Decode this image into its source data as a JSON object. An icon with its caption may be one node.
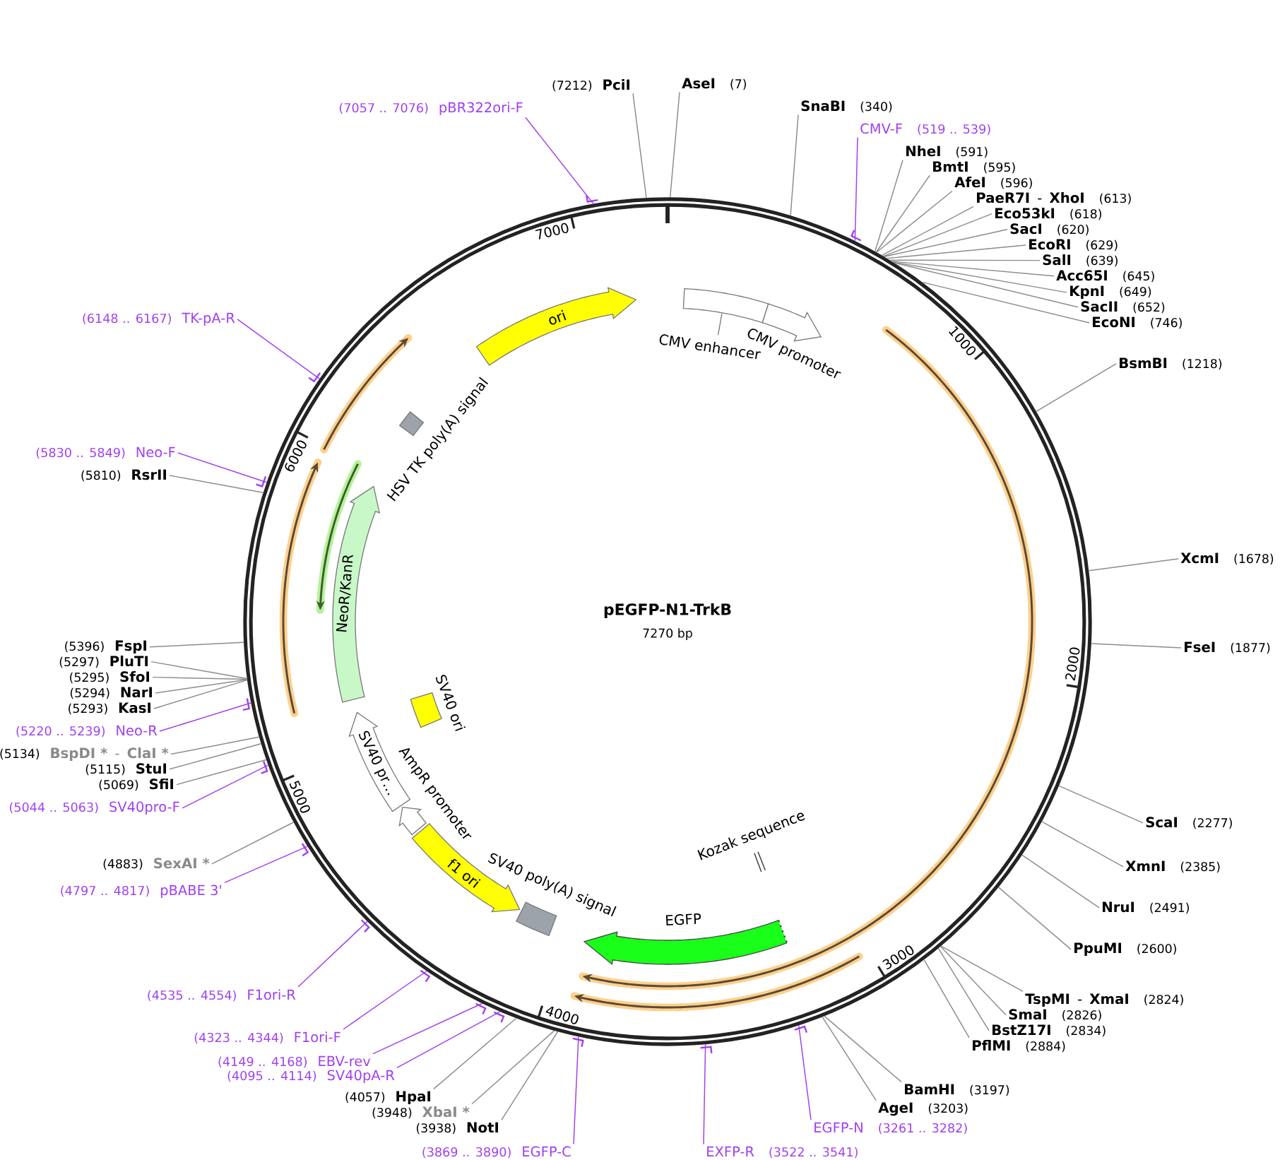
{
  "diagram": {
    "nodes": [
      {
        "text": [
          "pEGFP-N1-TrkB",
          "7270 bp"
        ]
      },
      {
        "text": [
          "CMV enhancer"
        ],
        "in": 0
      },
      {
        "text": [
          "CMV promoter"
        ],
        "in": 0
      },
      {
        "text": [
          "Kozak sequence"
        ],
        "in": 0
      },
      {
        "text": [
          "EGFP"
        ],
        "in": 0
      },
      {
        "text": [
          "SV40 poly(A) signal"
        ],
        "in": 0
      },
      {
        "text": [
          "f1 ori"
        ],
        "in": 0
      },
      {
        "text": [
          "AmpR promoter"
        ],
        "in": 0
      },
      {
        "text": [
          "SV40 pr…"
        ],
        "in": 0
      },
      {
        "text": [
          "SV40 ori"
        ],
        "in": 0
      },
      {
        "text": [
          "NeoR/KanR"
        ],
        "in": 0
      },
      {
        "text": [
          "HSV TK poly(A) signal"
        ],
        "in": 0
      },
      {
        "text": [
          "ori"
        ],
        "in": 0
      },
      {
        "text": [
          "AseI",
          "(7)"
        ]
      },
      {
        "text": [
          "SnaBI",
          "(340)"
        ]
      },
      {
        "text": [
          "CMV-F",
          "(519 .. 539)"
        ]
      },
      {
        "text": [
          "NheI",
          "(591)"
        ]
      },
      {
        "text": [
          "BmtI",
          "(595)"
        ]
      },
      {
        "text": [
          "AfeI",
          "(596)"
        ]
      },
      {
        "text": [
          "PaeR7I",
          "-",
          "XhoI",
          "(613)"
        ]
      },
      {
        "text": [
          "Eco53kI",
          "(618)"
        ]
      },
      {
        "text": [
          "SacI",
          "(620)"
        ]
      },
      {
        "text": [
          "EcoRI",
          "(629)"
        ]
      },
      {
        "text": [
          "SalI",
          "(639)"
        ]
      },
      {
        "text": [
          "Acc65I",
          "(645)"
        ]
      },
      {
        "text": [
          "KpnI",
          "(649)"
        ]
      },
      {
        "text": [
          "SacII",
          "(652)"
        ]
      },
      {
        "text": [
          "EcoNI",
          "(746)"
        ]
      },
      {
        "text": [
          "BsmBI",
          "(1218)"
        ]
      },
      {
        "text": [
          "XcmI",
          "(1678)"
        ]
      },
      {
        "text": [
          "FseI",
          "(1877)"
        ]
      },
      {
        "text": [
          "ScaI",
          "(2277)"
        ]
      },
      {
        "text": [
          "XmnI",
          "(2385)"
        ]
      },
      {
        "text": [
          "NruI",
          "(2491)"
        ]
      },
      {
        "text": [
          "PpuMI",
          "(2600)"
        ]
      },
      {
        "text": [
          "TspMI",
          "-",
          "XmaI",
          "(2824)"
        ]
      },
      {
        "text": [
          "SmaI",
          "(2826)"
        ]
      },
      {
        "text": [
          "BstZ17I",
          "(2834)"
        ]
      },
      {
        "text": [
          "PflMI",
          "(2884)"
        ]
      },
      {
        "text": [
          "BamHI",
          "(3197)"
        ]
      },
      {
        "text": [
          "AgeI",
          "(3203)"
        ]
      },
      {
        "text": [
          "EGFP-N",
          "(3261 .. 3282)"
        ]
      },
      {
        "text": [
          "EXFP-R",
          "(3522 .. 3541)"
        ]
      },
      {
        "text": [
          "(3869 .. 3890)",
          "EGFP-C"
        ]
      },
      {
        "text": [
          "(3938)",
          "NotI"
        ]
      },
      {
        "text": [
          "(3948)",
          "XbaI *"
        ]
      },
      {
        "text": [
          "(4057)",
          "HpaI"
        ]
      },
      {
        "text": [
          "(4095 .. 4114)",
          "SV40pA-R"
        ]
      },
      {
        "text": [
          "(4149 .. 4168)",
          "EBV-rev"
        ]
      },
      {
        "text": [
          "(4323 .. 4344)",
          "F1ori-F"
        ]
      },
      {
        "text": [
          "(4535 .. 4554)",
          "F1ori-R"
        ]
      },
      {
        "text": [
          "(4797 .. 4817)",
          "pBABE 3'"
        ]
      },
      {
        "text": [
          "(4883)",
          "SexAI *"
        ]
      },
      {
        "text": [
          "(5044 .. 5063)",
          "SV40pro-F"
        ]
      },
      {
        "text": [
          "(5069)",
          "SfiI"
        ]
      },
      {
        "text": [
          "(5115)",
          "StuI"
        ]
      },
      {
        "text": [
          "(5134)",
          "BspDI *",
          "-",
          "ClaI *"
        ]
      },
      {
        "text": [
          "(5220 .. 5239)",
          "Neo-R"
        ]
      },
      {
        "text": [
          "(5293)",
          "KasI"
        ]
      },
      {
        "text": [
          "(5294)",
          "NarI"
        ]
      },
      {
        "text": [
          "(5295)",
          "SfoI"
        ]
      },
      {
        "text": [
          "(5297)",
          "PluTI"
        ]
      },
      {
        "text": [
          "(5396)",
          "FspI"
        ]
      },
      {
        "text": [
          "(5810)",
          "RsrII"
        ]
      },
      {
        "text": [
          "(5830 .. 5849)",
          "Neo-F"
        ]
      },
      {
        "text": [
          "(6148 .. 6167)",
          "TK-pA-R"
        ]
      },
      {
        "text": [
          "(7057 .. 7076)",
          "pBR322ori-F"
        ]
      },
      {
        "text": [
          "(7212)",
          "PciI"
        ]
      }
    ],
    "edges": [
      {
        "from": 13,
        "to": 0,
        "arrow": "none"
      },
      {
        "from": 14,
        "to": 0,
        "arrow": "none"
      },
      {
        "from": 15,
        "to": 0,
        "arrow": "none",
        "color": "#a040f0"
      },
      {
        "from": 16,
        "to": 0,
        "arrow": "none"
      },
      {
        "from": 17,
        "to": 0,
        "arrow": "none"
      },
      {
        "from": 18,
        "to": 0,
        "arrow": "none"
      },
      {
        "from": 19,
        "to": 0,
        "arrow": "none"
      },
      {
        "from": 20,
        "to": 0,
        "arrow": "none"
      },
      {
        "from": 21,
        "to": 0,
        "arrow": "none"
      },
      {
        "from": 22,
        "to": 0,
        "arrow": "none"
      },
      {
        "from": 23,
        "to": 0,
        "arrow": "none"
      },
      {
        "from": 24,
        "to": 0,
        "arrow": "none"
      },
      {
        "from": 25,
        "to": 0,
        "arrow": "none"
      },
      {
        "from": 26,
        "to": 0,
        "arrow": "none"
      },
      {
        "from": 27,
        "to": 0,
        "arrow": "none"
      },
      {
        "from": 28,
        "to": 0,
        "arrow": "none"
      },
      {
        "from": 29,
        "to": 0,
        "arrow": "none"
      },
      {
        "from": 30,
        "to": 0,
        "arrow": "none"
      },
      {
        "from": 31,
        "to": 0,
        "arrow": "none"
      },
      {
        "from": 32,
        "to": 0,
        "arrow": "none"
      },
      {
        "from": 33,
        "to": 0,
        "arrow": "none"
      },
      {
        "from": 34,
        "to": 0,
        "arrow": "none"
      },
      {
        "from": 35,
        "to": 0,
        "arrow": "none"
      },
      {
        "from": 36,
        "to": 0,
        "arrow": "none"
      },
      {
        "from": 37,
        "to": 0,
        "arrow": "none"
      },
      {
        "from": 38,
        "to": 0,
        "arrow": "none"
      },
      {
        "from": 39,
        "to": 0,
        "arrow": "none"
      },
      {
        "from": 40,
        "to": 0,
        "arrow": "none"
      },
      {
        "from": 41,
        "to": 0,
        "arrow": "none",
        "color": "#a040f0"
      },
      {
        "from": 42,
        "to": 0,
        "arrow": "none",
        "color": "#a040f0"
      },
      {
        "from": 43,
        "to": 0,
        "arrow": "none",
        "color": "#a040f0"
      },
      {
        "from": 44,
        "to": 0,
        "arrow": "none"
      },
      {
        "from": 45,
        "to": 0,
        "arrow": "none"
      },
      {
        "from": 46,
        "to": 0,
        "arrow": "none"
      },
      {
        "from": 47,
        "to": 0,
        "arrow": "none",
        "color": "#a040f0"
      },
      {
        "from": 48,
        "to": 0,
        "arrow": "none",
        "color": "#a040f0"
      },
      {
        "from": 49,
        "to": 0,
        "arrow": "none",
        "color": "#a040f0"
      },
      {
        "from": 50,
        "to": 0,
        "arrow": "none",
        "color": "#a040f0"
      },
      {
        "from": 51,
        "to": 0,
        "arrow": "none",
        "color": "#a040f0"
      },
      {
        "from": 52,
        "to": 0,
        "arrow": "none"
      },
      {
        "from": 53,
        "to": 0,
        "arrow": "none",
        "color": "#a040f0"
      },
      {
        "from": 54,
        "to": 0,
        "arrow": "none"
      },
      {
        "from": 55,
        "to": 0,
        "arrow": "none"
      },
      {
        "from": 56,
        "to": 0,
        "arrow": "none"
      },
      {
        "from": 57,
        "to": 0,
        "arrow": "none",
        "color": "#a040f0"
      },
      {
        "from": 58,
        "to": 0,
        "arrow": "none"
      },
      {
        "from": 59,
        "to": 0,
        "arrow": "none"
      },
      {
        "from": 60,
        "to": 0,
        "arrow": "none"
      },
      {
        "from": 61,
        "to": 0,
        "arrow": "none"
      },
      {
        "from": 62,
        "to": 0,
        "arrow": "none"
      },
      {
        "from": 63,
        "to": 0,
        "arrow": "none"
      },
      {
        "from": 64,
        "to": 0,
        "arrow": "none",
        "color": "#a040f0"
      },
      {
        "from": 65,
        "to": 0,
        "arrow": "none",
        "color": "#a040f0"
      },
      {
        "from": 66,
        "to": 0,
        "arrow": "none",
        "color": "#a040f0"
      },
      {
        "from": 67,
        "to": 0,
        "arrow": "none"
      }
    ],
    "labels": [
      "1000",
      "2000",
      "3000",
      "4000",
      "5000",
      "6000",
      "7000"
    ]
  }
}
